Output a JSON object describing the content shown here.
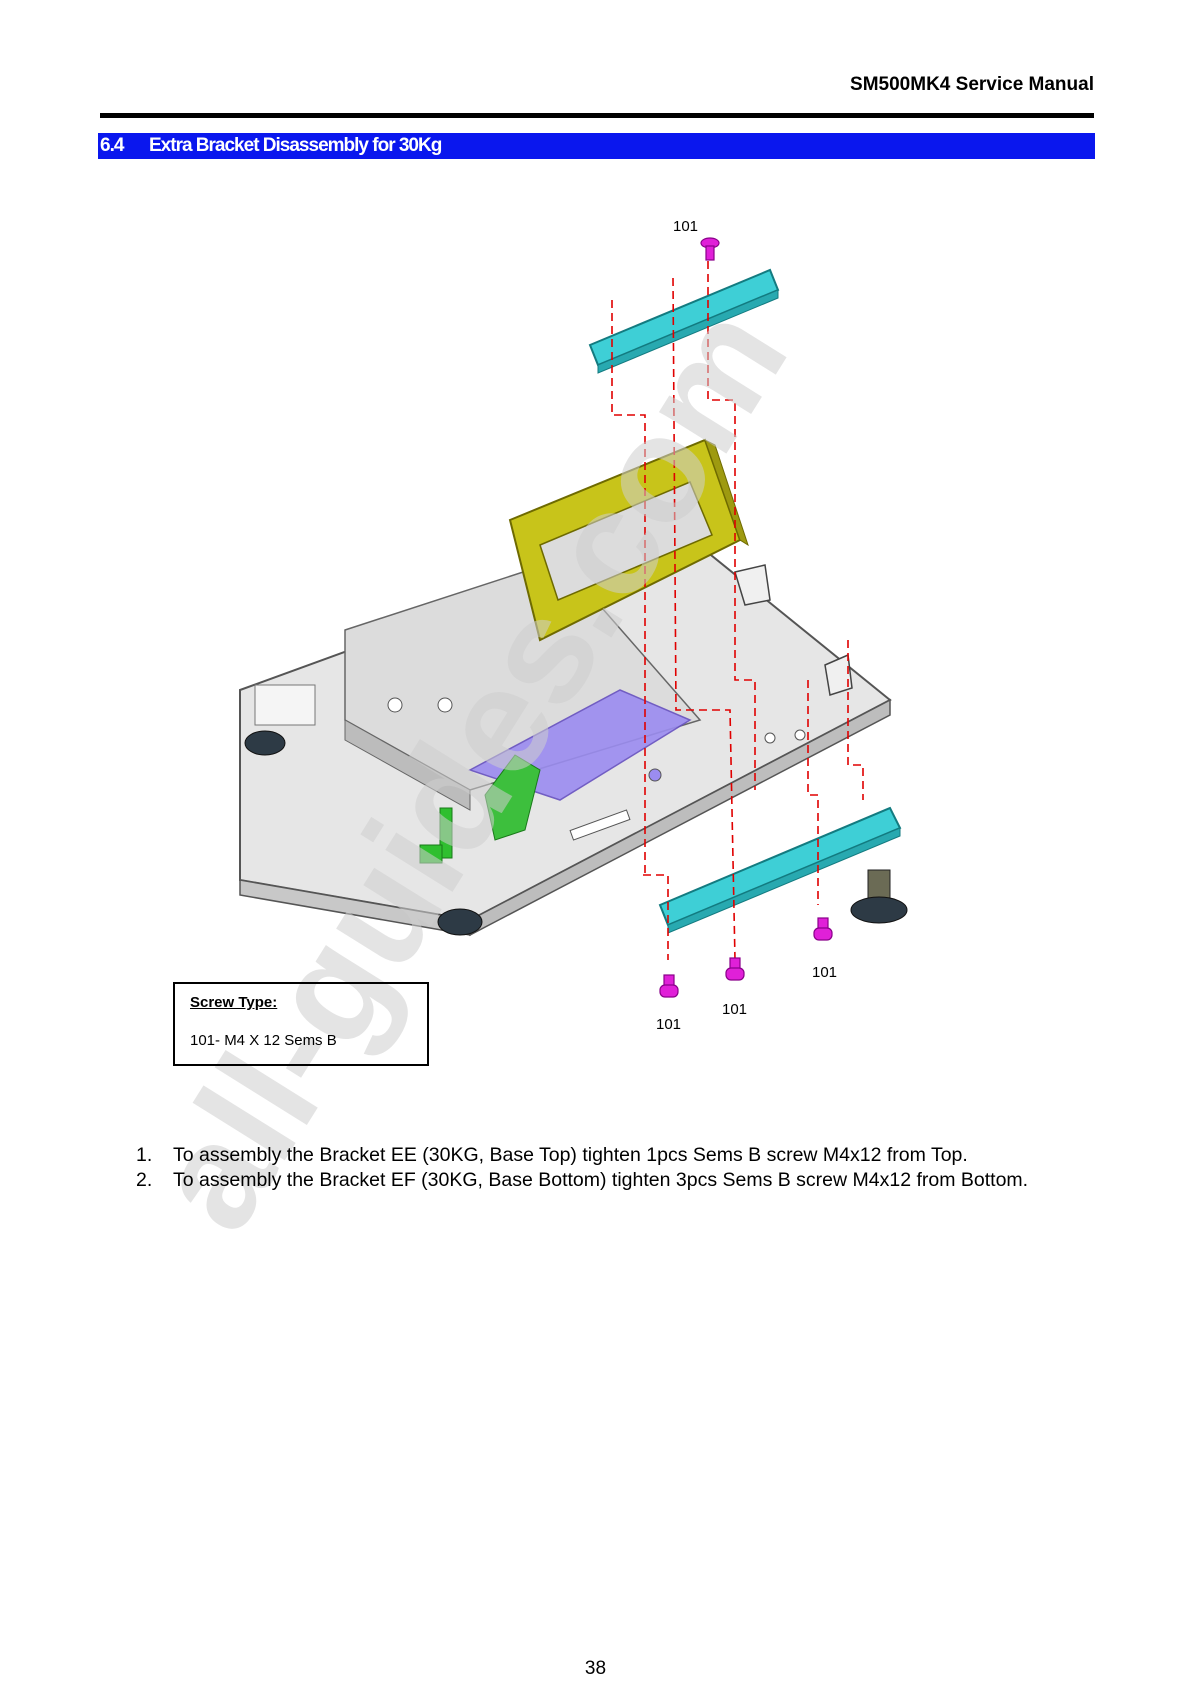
{
  "header": {
    "manual_title": "SM500MK4 Service Manual"
  },
  "section": {
    "number": "6.4",
    "title": "Extra Bracket Disassembly for 30Kg"
  },
  "diagram": {
    "callouts": [
      "101",
      "101",
      "101",
      "101",
      "101"
    ]
  },
  "screw_type": {
    "heading": "Screw Type:",
    "spec": "101- M4 X 12 Sems B"
  },
  "steps": [
    {
      "index": "1.",
      "text": "To assembly the Bracket EE (30KG, Base Top) tighten 1pcs Sems B screw M4x12 from Top."
    },
    {
      "index": "2.",
      "text": "To assembly the Bracket EF (30KG, Base Bottom) tighten 3pcs Sems B screw M4x12 from Bottom."
    }
  ],
  "page_number": "38",
  "colors": {
    "section_bar": "#0a17ee",
    "bracket_ee": "#3ecfd6",
    "bracket_ef": "#3ecfd6",
    "frame_yellow": "#c8c41a",
    "screw_magenta": "#e020d8",
    "guide_lines": "#e00000"
  }
}
